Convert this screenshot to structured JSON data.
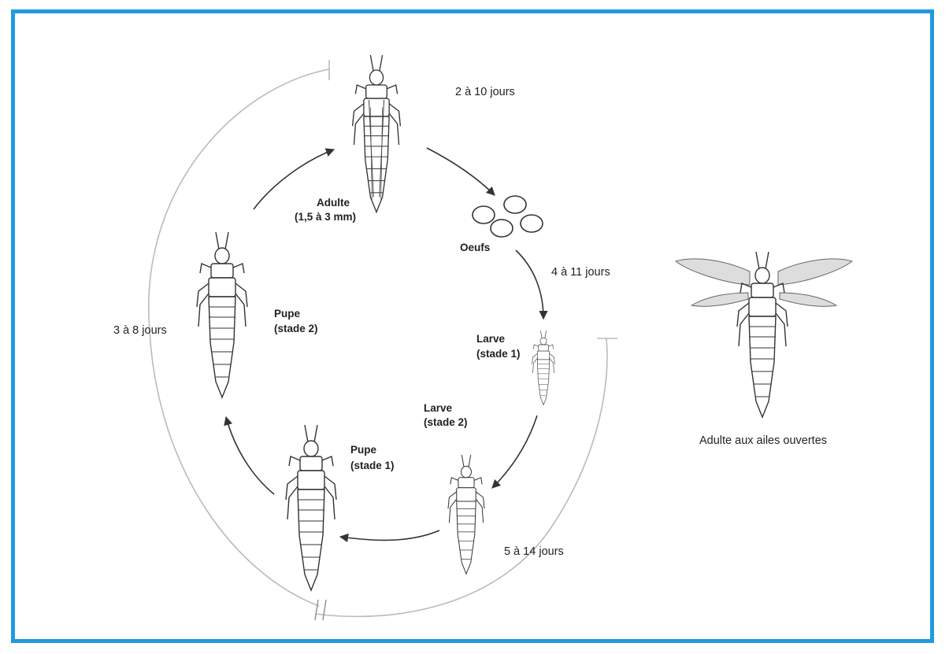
{
  "diagram": {
    "stages": {
      "adult": {
        "name": "Adulte",
        "size": "(1,5 à 3 mm)"
      },
      "eggs": {
        "name": "Oeufs"
      },
      "larva1": {
        "name": "Larve",
        "stage": "(stade 1)"
      },
      "larva2": {
        "name": "Larve",
        "stage": "(stade 2)"
      },
      "pupa1": {
        "name": "Pupe",
        "stage": "(stade 1)"
      },
      "pupa2": {
        "name": "Pupe",
        "stage": "(stade 2)"
      }
    },
    "durations": {
      "adult_to_eggs": "2 à 10 jours",
      "eggs_to_larva": "4 à 11 jours",
      "larval_period": "5 à 14 jours",
      "pupal_period": "3 à 8 jours"
    },
    "side_figure": {
      "caption": "Adulte aux ailes ouvertes"
    },
    "colors": {
      "frame": "#1e9be0",
      "line": "#333333",
      "faint_line": "#bbbbbb"
    }
  }
}
